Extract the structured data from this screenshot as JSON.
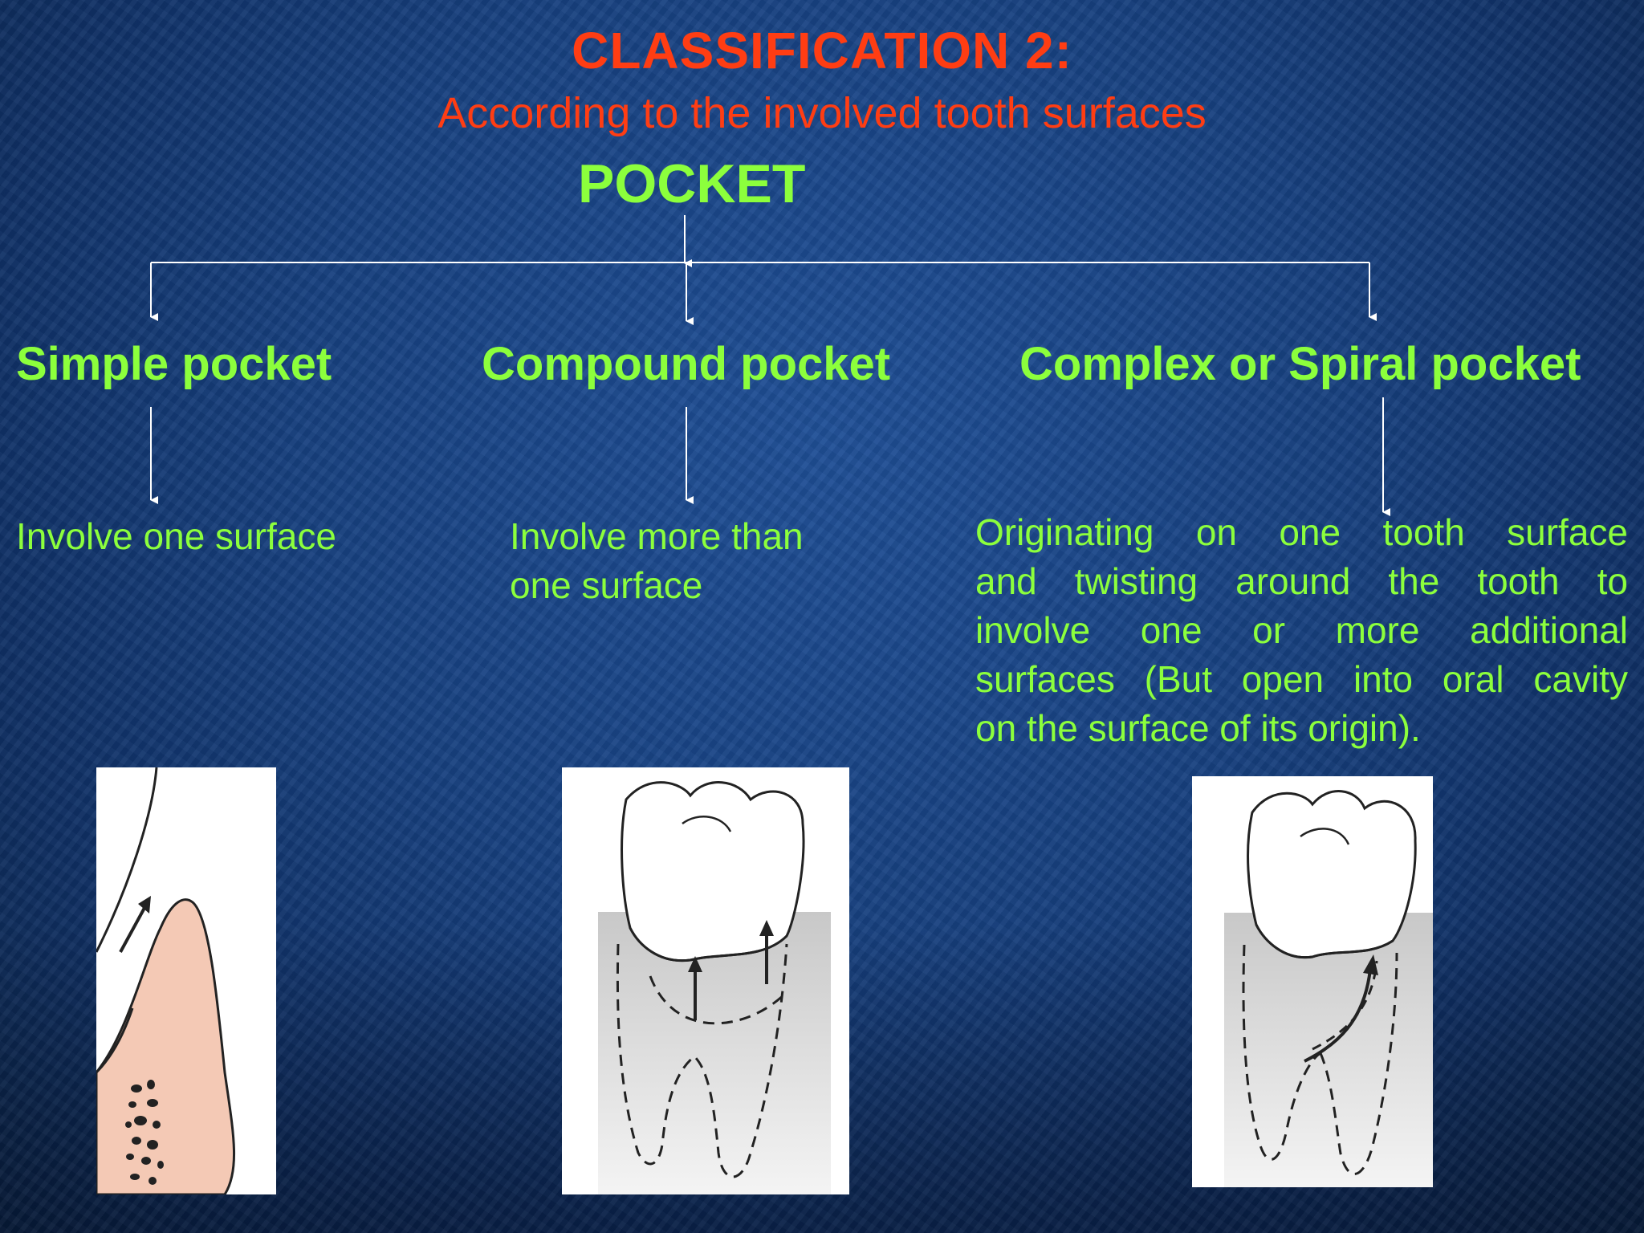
{
  "title": "CLASSIFICATION 2:",
  "subtitle": "According to the involved tooth surfaces",
  "root": "POCKET",
  "categories": [
    {
      "label": "Simple pocket",
      "description": "Involve one surface"
    },
    {
      "label": "Compound pocket",
      "description_lines": [
        "Involve more than",
        "one surface"
      ]
    },
    {
      "label": "Complex or Spiral pocket",
      "description_lines": [
        "Originating on one tooth surface",
        "and twisting around the tooth to",
        "involve one or more additional",
        "surfaces (But open into oral cavity",
        "on the surface of its origin)."
      ]
    }
  ],
  "colors": {
    "title": "#ff3d13",
    "text": "#8cff3c",
    "connector": "#ffffff"
  },
  "figures": [
    "simple-pocket-illustration",
    "compound-pocket-illustration",
    "spiral-pocket-illustration"
  ]
}
